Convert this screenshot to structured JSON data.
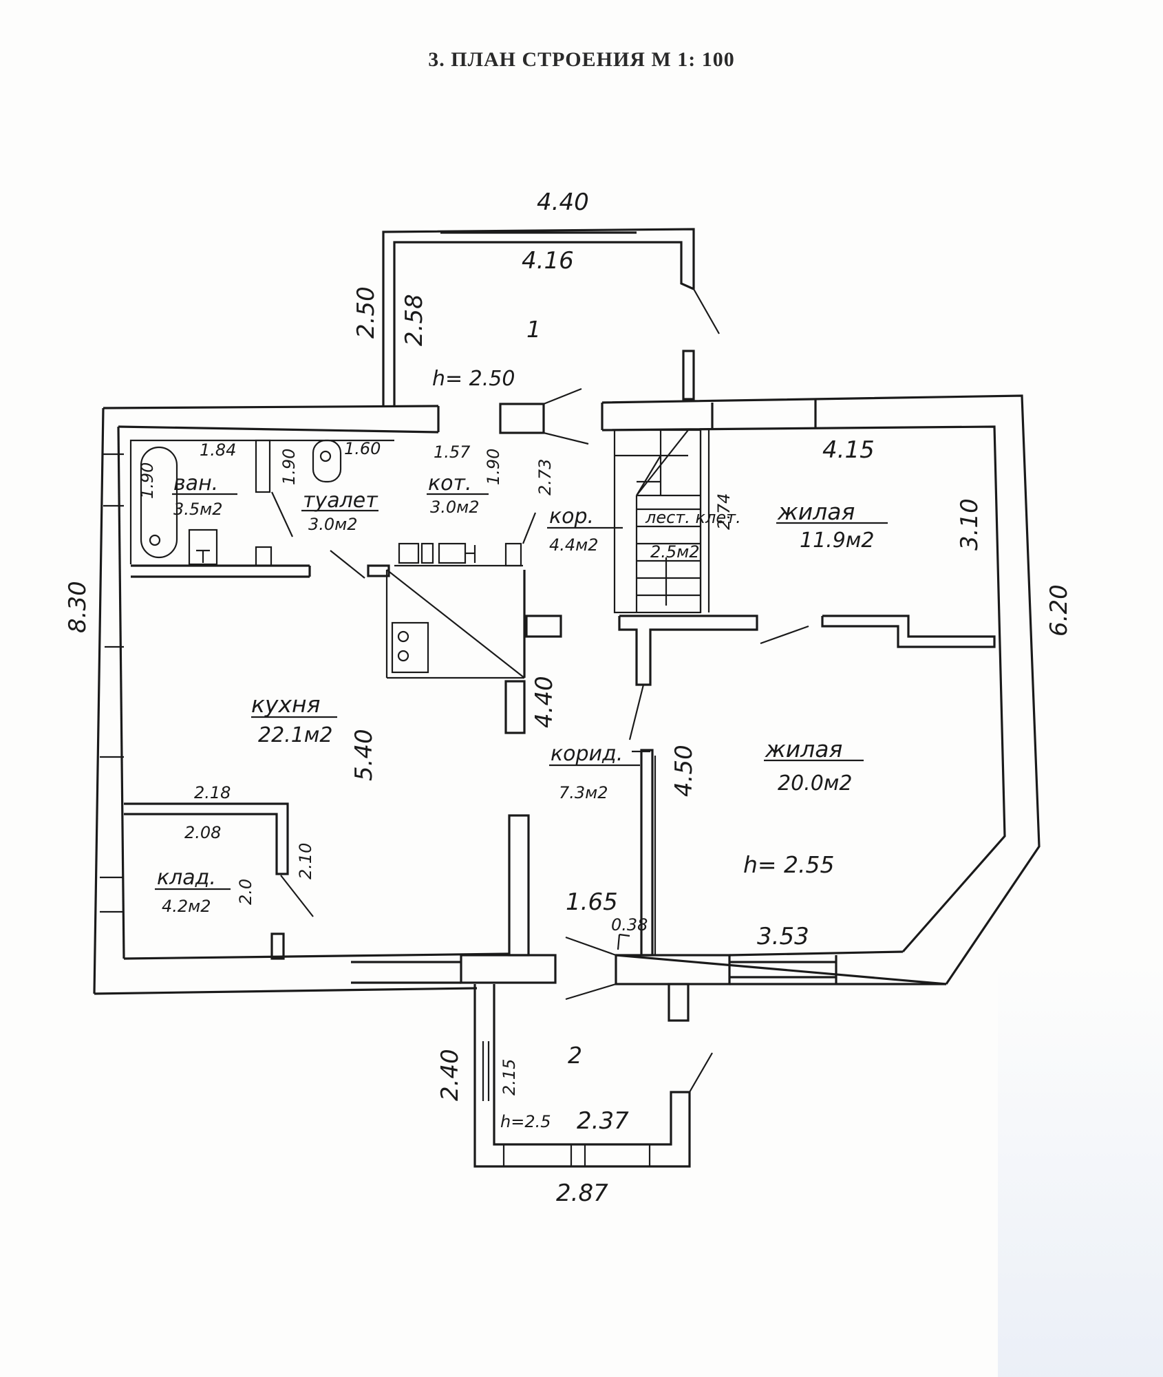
{
  "title": "3. ПЛАН СТРОЕНИЯ М 1: 100",
  "dimensions": {
    "top_outer": "4.40",
    "top_inner": "4.16",
    "vest1_outer": "2.50",
    "vest1_inner": "2.58",
    "left_outer": "8.30",
    "right_outer": "6.20",
    "bath_w": "1.84",
    "bath_h": "1.90",
    "toilet_h": "1.90",
    "toilet_w": "1.60",
    "boiler_w": "1.57",
    "boiler_h": "1.90",
    "hall_h": "2.73",
    "stairs_h": "2.74",
    "living1_w": "4.15",
    "living1_h": "3.10",
    "kitchen_h": "5.40",
    "corr_h": "4.40",
    "living2_h": "4.50",
    "pantry_outer": "2.18",
    "pantry_inner": "2.08",
    "pantry_h": "2.10",
    "pantry_h2": "2.0",
    "door_w": "1.65",
    "door_small": "0.38",
    "living2_w": "3.53",
    "vest2_outer": "2.40",
    "vest2_inner": "2.15",
    "vest2_w": "2.37",
    "vest2_outer_w": "2.87"
  },
  "rooms": {
    "vest1": {
      "number": "1",
      "height": "h= 2.50"
    },
    "bath": {
      "name": "ван.",
      "area": "3.5м2"
    },
    "toilet": {
      "name": "туалет",
      "area": "3.0м2"
    },
    "boiler": {
      "name": "кот.",
      "area": "3.0м2"
    },
    "hall": {
      "name": "кор.",
      "area": "4.4м2"
    },
    "stairs": {
      "name": "лест. клет.",
      "area": "2.5м2"
    },
    "living1": {
      "name": "жилая",
      "area": "11.9м2"
    },
    "kitchen": {
      "name": "кухня",
      "area": "22.1м2"
    },
    "corridor": {
      "name": "корид.",
      "area": "7.3м2"
    },
    "living2": {
      "name": "жилая",
      "area": "20.0м2",
      "height": "h= 2.55"
    },
    "pantry": {
      "name": "клад.",
      "area": "4.2м2"
    },
    "vest2": {
      "number": "2",
      "height": "h=2.5"
    }
  }
}
